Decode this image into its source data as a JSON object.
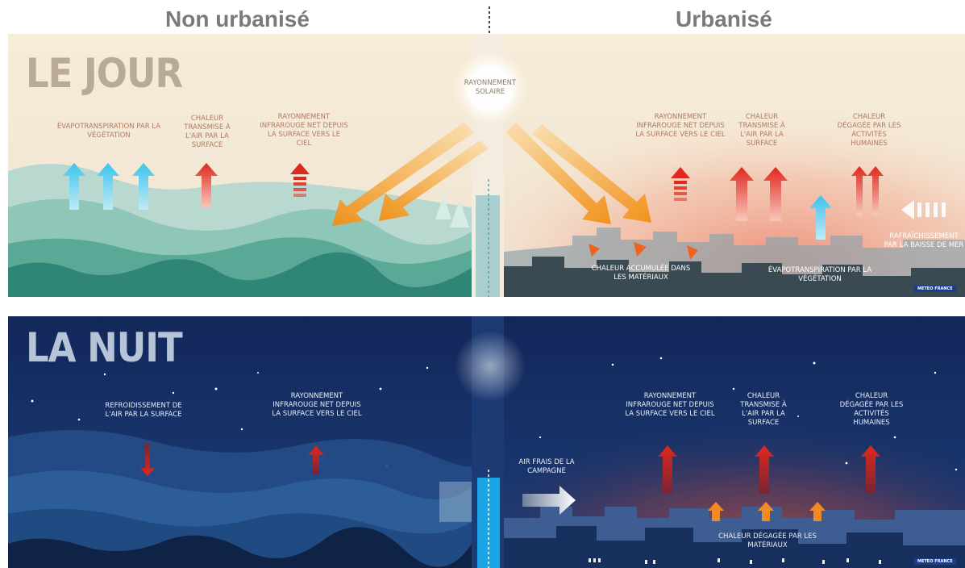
{
  "headers": {
    "left": "Non urbanisé",
    "right": "Urbanisé"
  },
  "day": {
    "title": "LE JOUR",
    "labels": {
      "evapo_left": "ÉVAPOTRANSPIRATION PAR LA VÉGÉTATION",
      "heat_left": "CHALEUR TRANSMISE À L'AIR PAR LA SURFACE",
      "ir_left": "RAYONNEMENT INFRAROUGE NET DEPUIS LA SURFACE VERS LE CIEL",
      "solar": "RAYONNEMENT SOLAIRE",
      "ir_right": "RAYONNEMENT INFRAROUGE NET DEPUIS LA SURFACE VERS LE CIEL",
      "heat_right": "CHALEUR TRANSMISE À L'AIR PAR LA SURFACE",
      "human": "CHALEUR DÉGAGÉE PAR LES ACTIVITÉS HUMAINES",
      "stored": "CHALEUR ACCUMULÉE DANS LES MATÉRIAUX",
      "evapo_right": "ÉVAPOTRANSPIRATION PAR LA VÉGÉTATION",
      "cooling": "RAFRAÎCHISSEMENT PAR LA BAISSE DE MER"
    },
    "logo": "METEO FRANCE"
  },
  "night": {
    "title": "LA NUIT",
    "labels": {
      "cool_left": "REFROIDISSEMENT DE L'AIR PAR LA SURFACE",
      "ir_left": "RAYONNEMENT INFRAROUGE NET DEPUIS LA SURFACE VERS LE CIEL",
      "fresh_air": "AIR FRAIS DE LA CAMPAGNE",
      "ir_right": "RAYONNEMENT INFRAROUGE NET DEPUIS LA SURFACE VERS LE CIEL",
      "heat_right": "CHALEUR TRANSMISE À L'AIR PAR LA SURFACE",
      "human": "CHALEUR DÉGAGÉE PAR LES ACTIVITÉS HUMAINES",
      "materials": "CHALEUR DÉGAGÉE PAR LES MATÉRIAUX"
    },
    "logo": "METEO FRANCE"
  },
  "colors": {
    "day_sky": "#f5ead5",
    "urban_heat": "#f2a58a",
    "night_sky": "#142e63",
    "arrow_warm": "#e0281e",
    "arrow_cool": "#3cc4ec",
    "arrow_solar": "#f59b1c",
    "header_text": "#7a7a7a"
  }
}
